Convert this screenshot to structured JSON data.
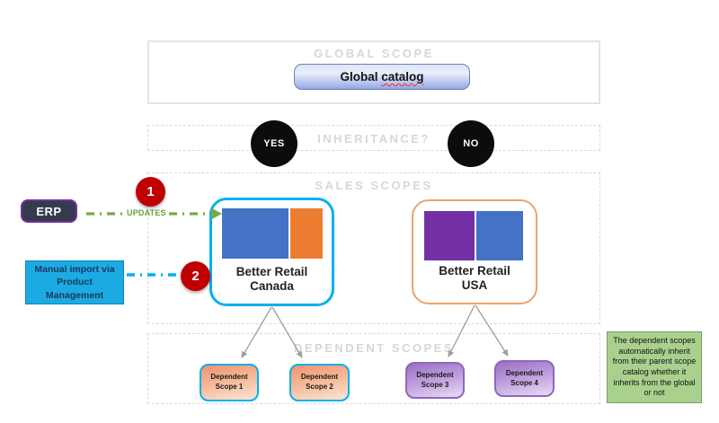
{
  "global_scope": {
    "header": "GLOBAL SCOPE",
    "catalog_word1": "Global",
    "catalog_word2": "catalog"
  },
  "inheritance": {
    "header": "INHERITANCE?",
    "yes": "YES",
    "no": "NO"
  },
  "sales": {
    "header": "SALES SCOPES",
    "canada": {
      "line1": "Better Retail",
      "line2": "Canada"
    },
    "usa": {
      "line1": "Better Retail",
      "line2": "USA"
    }
  },
  "dependent": {
    "header": "DEPENDENT SCOPES",
    "scopes": [
      {
        "line1": "Dependent",
        "line2": "Scope 1"
      },
      {
        "line1": "Dependent",
        "line2": "Scope 2"
      },
      {
        "line1": "Dependent",
        "line2": "Scope 3"
      },
      {
        "line1": "Dependent",
        "line2": "Scope 4"
      }
    ]
  },
  "inputs": {
    "erp_label": "ERP",
    "updates_label": "UPDATES",
    "step1": "1",
    "step2": "2",
    "manual_import": {
      "line1": "Manual import via",
      "line2": "Product",
      "line3": "Management"
    }
  },
  "note_text": "The dependent scopes automatically inherit from their parent scope catalog whether it inherits from the global or not",
  "colors": {
    "cyan_accent": "#00b0f0",
    "blue_block": "#4472c4",
    "orange_block": "#ed7d31",
    "purple_block": "#7330a6",
    "usa_border": "#f0a266",
    "red_badge": "#c00000",
    "green_updates": "#70ad47",
    "note_green": "#a9d18e",
    "erp_fill": "#353b4e",
    "erp_border": "#7030a0",
    "manual_fill": "#1babe2",
    "header_gray": "#d7d7d7"
  }
}
